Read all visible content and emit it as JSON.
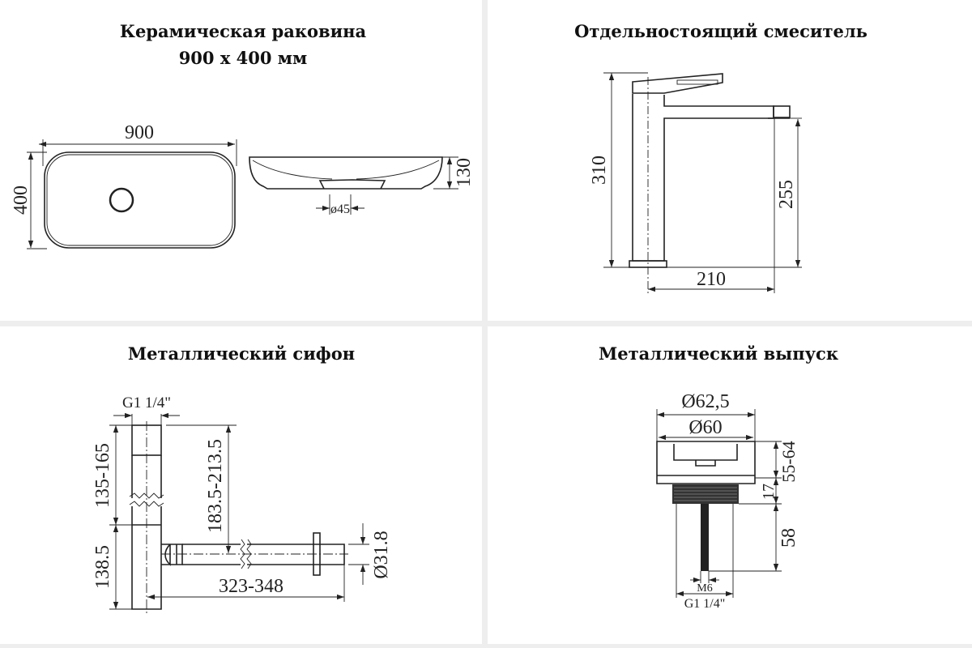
{
  "panels": {
    "sink": {
      "title_line1": "Керамическая раковина",
      "title_line2": "900 x 400 мм",
      "dim_width": "900",
      "dim_depth": "400",
      "dim_height": "130",
      "dim_drain": "ø45"
    },
    "faucet": {
      "title": "Отдельностоящий смеситель",
      "dim_height": "310",
      "dim_spout_height": "255",
      "dim_reach": "210"
    },
    "siphon": {
      "title": "Металлический сифон",
      "dim_thread": "G1 1/4\"",
      "dim_upper": "135-165",
      "dim_lower": "138.5",
      "dim_outlet_height": "183.5-213.5",
      "dim_length": "323-348",
      "dim_pipe_diameter": "Ø31.8"
    },
    "drain": {
      "title": "Металлический выпуск",
      "dim_outer": "Ø62,5",
      "dim_inner": "Ø60",
      "dim_range": "55-64",
      "dim_thread_height": "17",
      "dim_rod": "58",
      "dim_rod_thread": "M6",
      "dim_thread": "G1 1/4\""
    }
  }
}
